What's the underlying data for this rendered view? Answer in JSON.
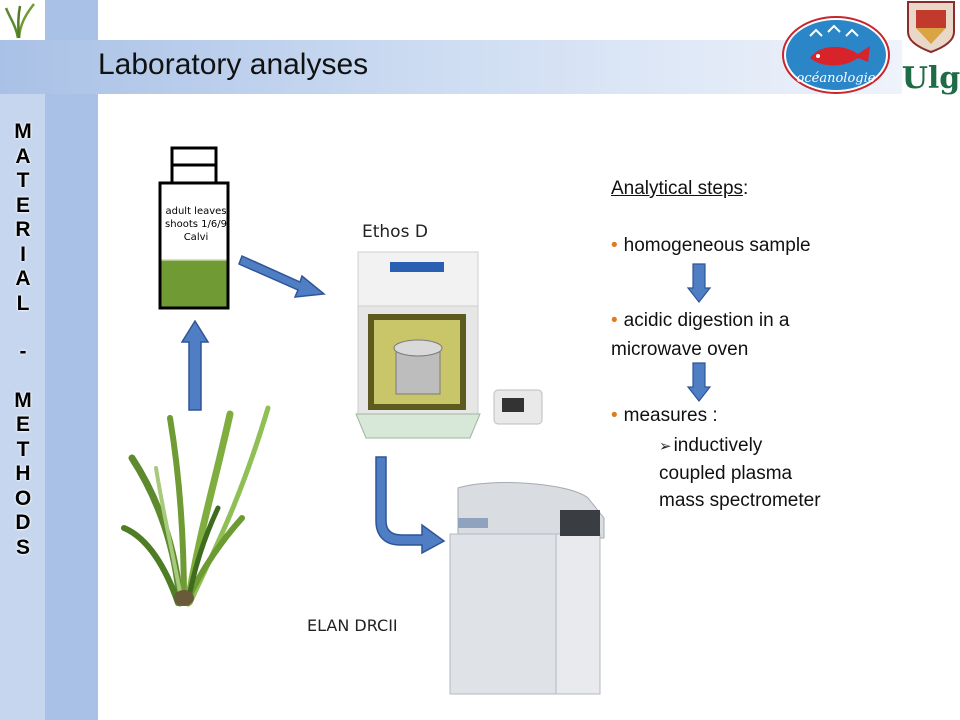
{
  "slide": {
    "title": "Laboratory analyses",
    "vertical_label": [
      "M",
      "A",
      "T",
      "E",
      "R",
      "I",
      "A",
      "L",
      "-",
      "M",
      "E",
      "T",
      "H",
      "O",
      "D",
      "S"
    ]
  },
  "sample_bottle": {
    "label_line1": "adult leaves",
    "label_line2": "shoots 1/6/9",
    "label_line3": "Calvi"
  },
  "instruments": {
    "microwave_label": "Ethos D",
    "spectrometer_label": "ELAN DRCII"
  },
  "analytical_steps": {
    "heading": "Analytical steps",
    "heading_suffix": ":",
    "step1": "homogeneous sample",
    "step2_line1": "acidic digestion in a",
    "step2_line2": "microwave oven",
    "step3": "measures :",
    "step3_sub_line1": "inductively",
    "step3_sub_line2": "coupled plasma",
    "step3_sub_line3": "mass spectrometer"
  },
  "logos": {
    "oceanology_text": "océanologie",
    "ulg_text": "Ulg"
  },
  "colors": {
    "left_band": "#a9c1e6",
    "arrow_fill": "#4f7ec4",
    "arrow_stroke": "#2f5597",
    "bullet": "#e07a1f",
    "sample_green": "#6f9a34",
    "ulg_green": "#1f6b45"
  }
}
